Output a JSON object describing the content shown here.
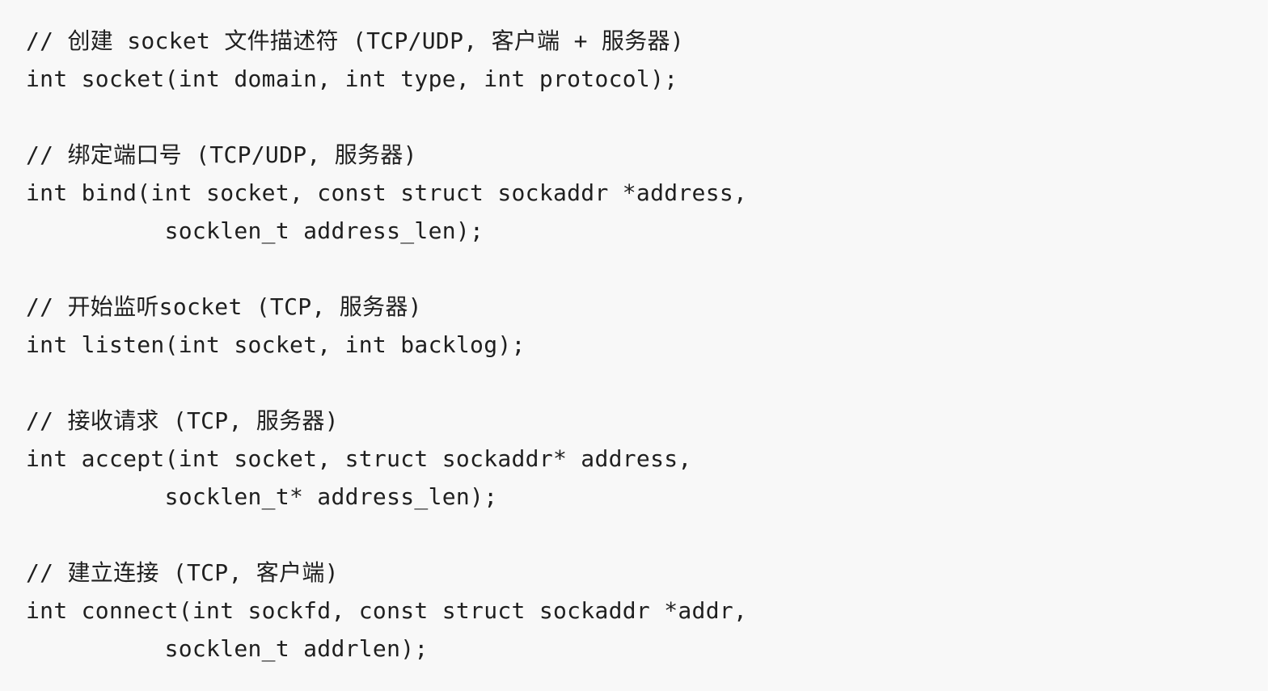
{
  "code": {
    "lines": [
      "// 创建 socket 文件描述符 (TCP/UDP, 客户端 + 服务器)",
      "int socket(int domain, int type, int protocol);",
      "",
      "// 绑定端口号 (TCP/UDP, 服务器)",
      "int bind(int socket, const struct sockaddr *address,",
      "          socklen_t address_len);",
      "",
      "// 开始监听socket (TCP, 服务器)",
      "int listen(int socket, int backlog);",
      "",
      "// 接收请求 (TCP, 服务器)",
      "int accept(int socket, struct sockaddr* address,",
      "          socklen_t* address_len);",
      "",
      "// 建立连接 (TCP, 客户端)",
      "int connect(int sockfd, const struct sockaddr *addr,",
      "          socklen_t addrlen);"
    ]
  }
}
